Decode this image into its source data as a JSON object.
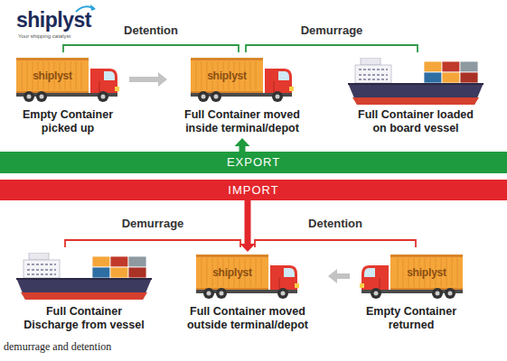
{
  "diagram": {
    "caption": "demurrage and detention",
    "nodes": [
      {
        "text": [
          "shiplyst",
          "Empty Container picked up"
        ]
      },
      {
        "text": [
          "shiplyst",
          "Full Container moved inside terminal/depot"
        ]
      },
      {
        "text": [
          "Full Container loaded on board vessel"
        ]
      },
      {
        "text": [
          "EXPORT"
        ]
      },
      {
        "text": [
          "IMPORT"
        ]
      },
      {
        "text": [
          "Full Container Discharge from vessel"
        ]
      },
      {
        "text": [
          "shiplyst",
          "Full Container moved outside terminal/depot"
        ]
      },
      {
        "text": [
          "shiplyst",
          "Empty Container returned"
        ]
      }
    ],
    "edges": [
      {
        "from": 0,
        "to": 1,
        "arrow": "to"
      },
      {
        "from": 3,
        "to": 1,
        "arrow": "to"
      },
      {
        "from": 4,
        "to": 6,
        "arrow": "to"
      },
      {
        "from": 7,
        "to": 6,
        "arrow": "to"
      }
    ],
    "labels": [
      "shiplyst",
      "Your shipping catalyst",
      "Detention",
      "Demurrage",
      "Demurrage",
      "Detention"
    ]
  }
}
